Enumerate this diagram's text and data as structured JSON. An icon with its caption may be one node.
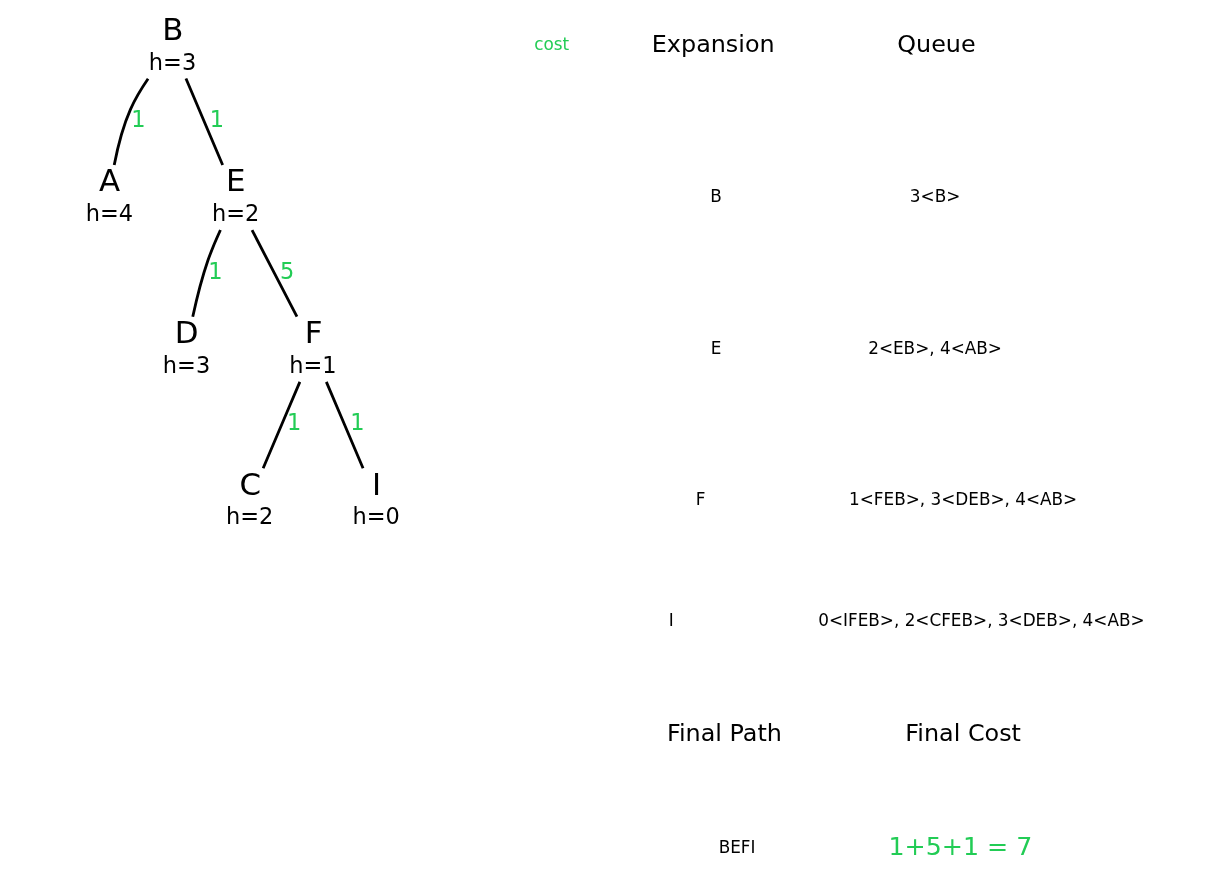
{
  "diagram": {
    "nodes": [
      {
        "text": [
          "B",
          "h=3"
        ]
      },
      {
        "text": [
          "A",
          "h=4"
        ]
      },
      {
        "text": [
          "E",
          "h=2"
        ]
      },
      {
        "text": [
          "D",
          "h=3"
        ]
      },
      {
        "text": [
          "F",
          "h=1"
        ]
      },
      {
        "text": [
          "C",
          "h=2"
        ]
      },
      {
        "text": [
          "I",
          "h=0"
        ]
      }
    ],
    "edges": [
      {
        "from": 0,
        "to": 1,
        "arrow": "none",
        "label": "1"
      },
      {
        "from": 0,
        "to": 2,
        "arrow": "none",
        "label": "1"
      },
      {
        "from": 2,
        "to": 3,
        "arrow": "none",
        "label": "1"
      },
      {
        "from": 2,
        "to": 4,
        "arrow": "none",
        "label": "5"
      },
      {
        "from": 4,
        "to": 5,
        "arrow": "none",
        "label": "1"
      },
      {
        "from": 4,
        "to": 6,
        "arrow": "none",
        "label": "1"
      }
    ],
    "labels": [
      "cost",
      "Expansion",
      "Queue",
      "B",
      "3<B>",
      "E",
      "2<EB>, 4<AB>",
      "F",
      "1<FEB>, 3<DEB>, 4<AB>",
      "I",
      "0<IFEB>, 2<CFEB>, 3<DEB>, 4<AB>",
      "Final Path",
      "Final Cost",
      "BEFI",
      "1+5+1 = 7"
    ]
  }
}
